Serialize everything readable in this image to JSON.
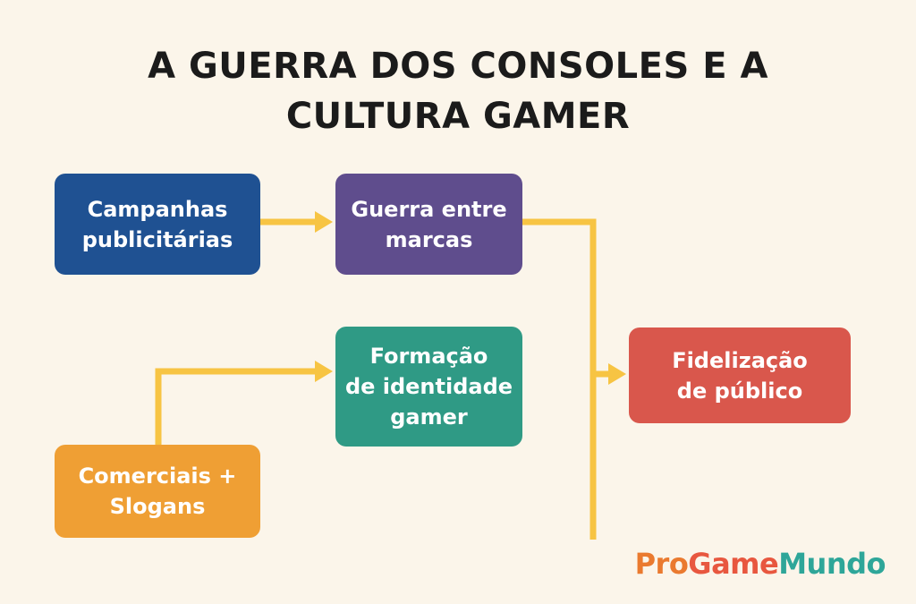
{
  "title": {
    "line1": "A GUERRA DOS CONSOLES E A",
    "line2": "CULTURA GAMER"
  },
  "nodes": {
    "campanhas": {
      "line1": "Campanhas",
      "line2": "publicitárias",
      "color": "#1f5192"
    },
    "guerra": {
      "line1": "Guerra entre",
      "line2": "marcas",
      "color": "#5f4d8d"
    },
    "formacao": {
      "line1": "Formação",
      "line2": "de identidade",
      "line3": "gamer",
      "color": "#2f9a85"
    },
    "fidelizacao": {
      "line1": "Fidelização",
      "line2": "de público",
      "color": "#d9574c"
    },
    "comerciais": {
      "line1": "Comerciais +",
      "line2": "Slogans",
      "color": "#ef9f34"
    }
  },
  "connector_color": "#f7c443",
  "brand": {
    "part1": "Pro",
    "part2": "Game",
    "part3": "Mundo",
    "colors": [
      "#ea7a2f",
      "#e8573f",
      "#2ea699"
    ]
  }
}
